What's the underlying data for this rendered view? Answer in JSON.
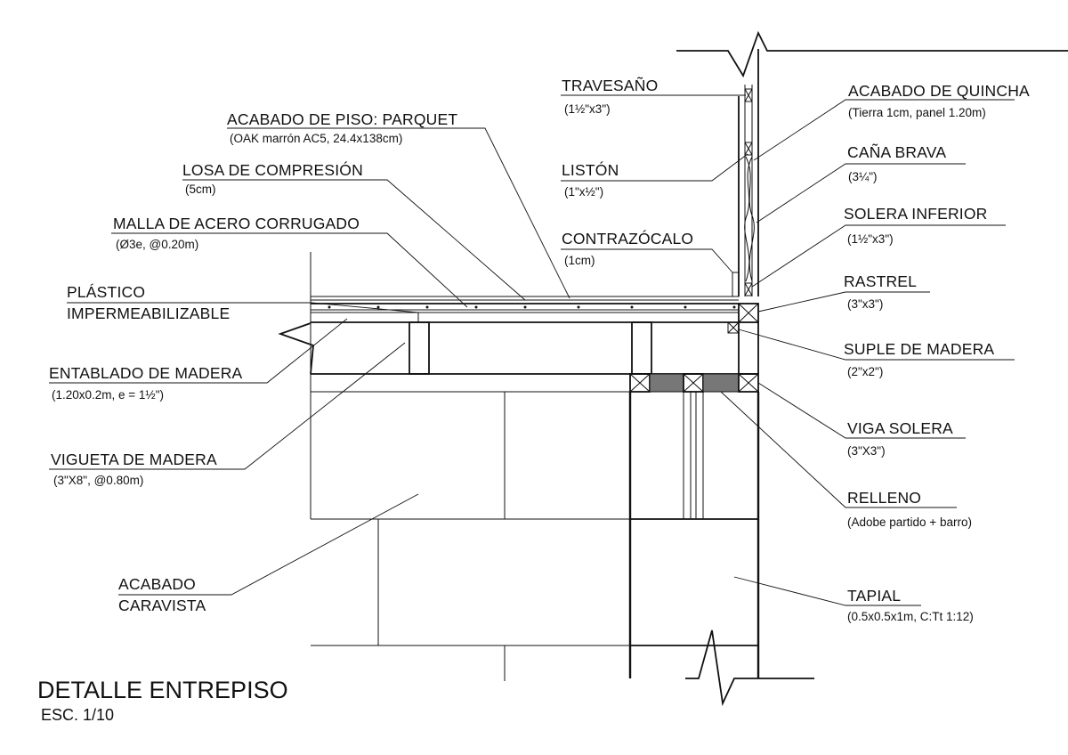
{
  "title": "DETALLE ENTREPISO",
  "scale": "ESC. 1/10",
  "colors": {
    "ink": "#111111",
    "fill": "#777777",
    "background": "#ffffff"
  },
  "labels": {
    "travesano": {
      "name": "TRAVESAÑO",
      "spec": "(1½\"x3\")"
    },
    "liston": {
      "name": "LISTÓN",
      "spec": "(1\"x½\")"
    },
    "contrazocalo": {
      "name": "CONTRAZÓCALO",
      "spec": "(1cm)"
    },
    "acabado_piso": {
      "name": "ACABADO DE PISO: PARQUET",
      "spec": "(OAK marrón AC5, 24.4x138cm)"
    },
    "losa": {
      "name": "LOSA DE COMPRESIÓN",
      "spec": "(5cm)"
    },
    "malla": {
      "name": "MALLA DE ACERO CORRUGADO",
      "spec": "(Ø3e, @0.20m)"
    },
    "plastico": {
      "line1": "PLÁSTICO",
      "line2": "IMPERMEABILIZABLE"
    },
    "entablado": {
      "name": "ENTABLADO DE MADERA",
      "spec": "(1.20x0.2m, e = 1½\")"
    },
    "vigueta": {
      "name": "VIGUETA DE MADERA",
      "spec": "(3\"X8\", @0.80m)"
    },
    "caravista": {
      "line1": "ACABADO",
      "line2": "CARAVISTA"
    },
    "quincha": {
      "name": "ACABADO DE QUINCHA",
      "spec": "(Tierra 1cm, panel 1.20m)"
    },
    "cana": {
      "name": "CAÑA BRAVA",
      "spec": "(3¼\")"
    },
    "solera_inf": {
      "name": "SOLERA INFERIOR",
      "spec": "(1½\"x3\")"
    },
    "rastrel": {
      "name": "RASTREL",
      "spec": "(3\"x3\")"
    },
    "suple": {
      "name": "SUPLE DE MADERA",
      "spec": "(2\"x2\")"
    },
    "viga_solera": {
      "name": "VIGA SOLERA",
      "spec": "(3\"X3\")"
    },
    "relleno": {
      "name": "RELLENO",
      "spec": "(Adobe partido + barro)"
    },
    "tapial": {
      "name": "TAPIAL",
      "spec": "(0.5x0.5x1m, C:Tt  1:12)"
    }
  }
}
